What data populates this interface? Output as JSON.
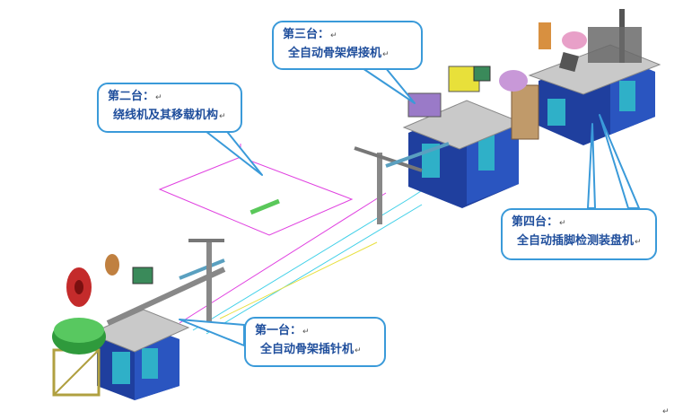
{
  "callouts": {
    "station1": {
      "line1": "第一台：",
      "line2": "全自动骨架插针机"
    },
    "station2": {
      "line1": "第二台：",
      "line2": "绕线机及其移载机构"
    },
    "station3": {
      "line1": "第三台：",
      "line2": "全自动骨架焊接机"
    },
    "station4": {
      "line1": "第四台：",
      "line2": "全自动插脚检测装盘机"
    }
  },
  "return_mark": "↵",
  "colors": {
    "callout_border": "#3a9ad9",
    "callout_text": "#1f4e9c",
    "machine_blue": "#1f3f9e",
    "machine_top": "#c9c9c9",
    "bowl_green": "#2f9a3c",
    "reel_red": "#c42b2b",
    "guide_magenta": "#e040e0",
    "guide_cyan": "#40d0e8",
    "guide_yellow": "#e8e040",
    "monitor_green": "#3a8a5a",
    "yellow_module": "#e8e03a",
    "purple_module": "#9a7ac8"
  }
}
